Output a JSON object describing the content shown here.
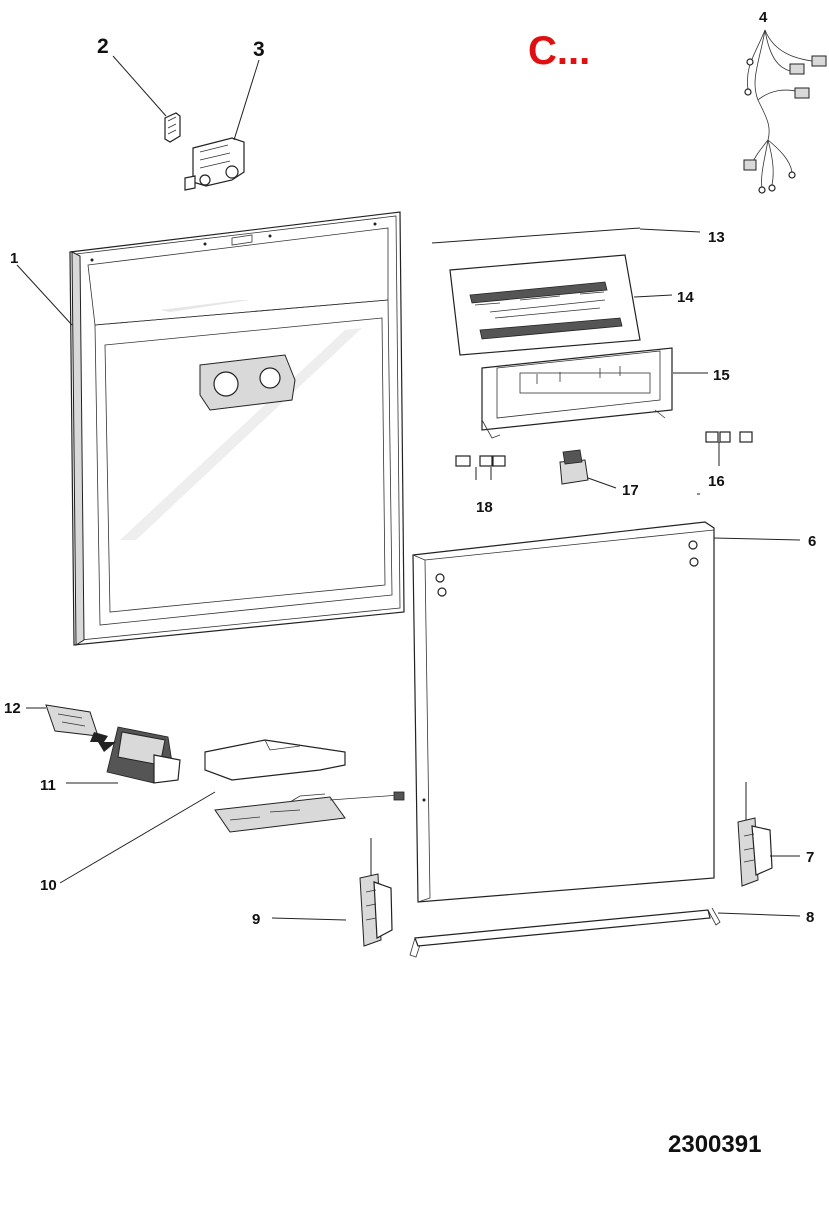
{
  "diagram": {
    "section_code": "C...",
    "document_number": "2300391",
    "parts": [
      {
        "id": "1",
        "label": "1"
      },
      {
        "id": "2",
        "label": "2"
      },
      {
        "id": "3",
        "label": "3"
      },
      {
        "id": "4",
        "label": "4"
      },
      {
        "id": "6",
        "label": "6"
      },
      {
        "id": "7",
        "label": "7"
      },
      {
        "id": "8",
        "label": "8"
      },
      {
        "id": "9",
        "label": "9"
      },
      {
        "id": "10",
        "label": "10"
      },
      {
        "id": "11",
        "label": "11"
      },
      {
        "id": "12",
        "label": "12"
      },
      {
        "id": "13",
        "label": "13"
      },
      {
        "id": "14",
        "label": "14"
      },
      {
        "id": "15",
        "label": "15"
      },
      {
        "id": "16",
        "label": "16"
      },
      {
        "id": "17",
        "label": "17"
      },
      {
        "id": "18",
        "label": "18"
      }
    ]
  },
  "colors": {
    "code_text": "#e01010",
    "line": "#222222",
    "background": "#ffffff"
  }
}
